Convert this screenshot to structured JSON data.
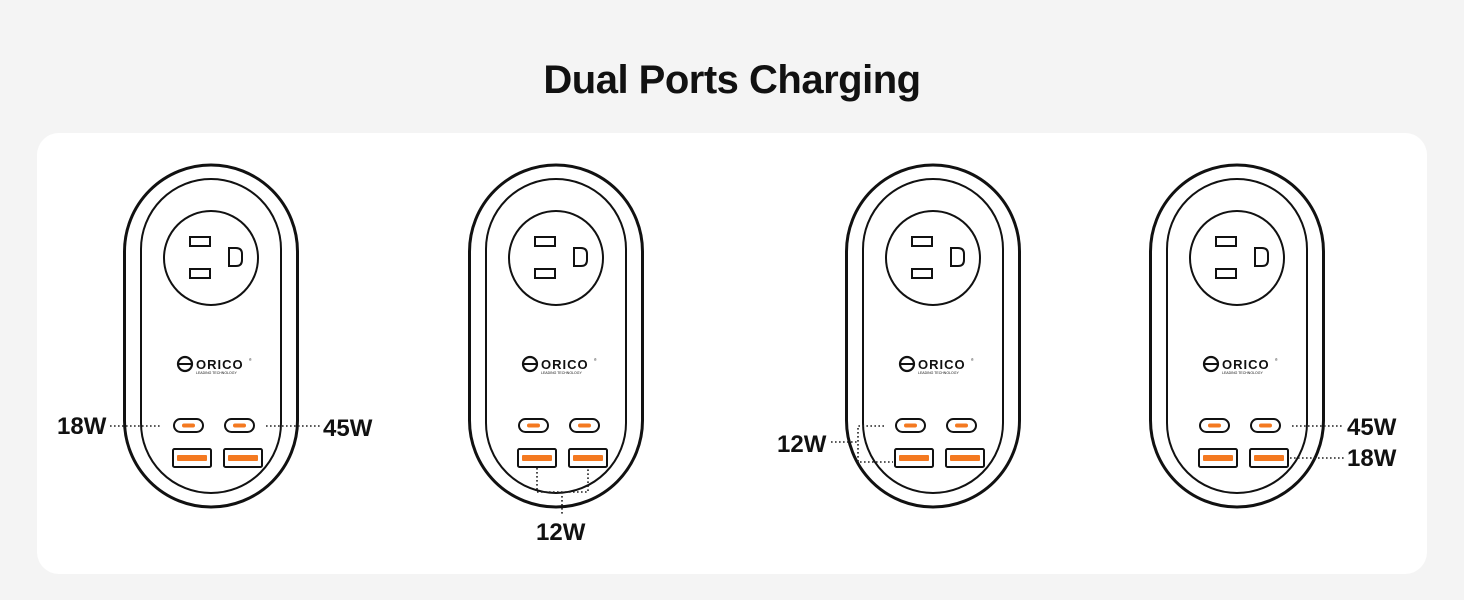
{
  "title": "Dual Ports Charging",
  "brand": {
    "name": "ORICO",
    "registered": "®",
    "tagline": "LEADING TECHNOLOGY",
    "logo_icon": "orico-logo-icon"
  },
  "colors": {
    "background": "#f4f4f4",
    "panel": "#ffffff",
    "port_accent": "#f47920",
    "outline": "#111111"
  },
  "devices": [
    {
      "id": "device-1",
      "labels": {
        "left": "18W",
        "right": "45W"
      }
    },
    {
      "id": "device-2",
      "labels": {
        "bottom": "12W"
      }
    },
    {
      "id": "device-3",
      "labels": {
        "left": "12W"
      }
    },
    {
      "id": "device-4",
      "labels": {
        "right_top": "45W",
        "right_bottom": "18W"
      }
    }
  ]
}
